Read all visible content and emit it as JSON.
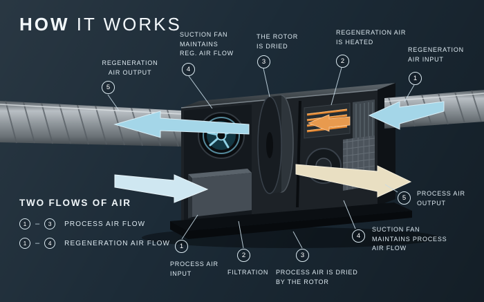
{
  "title": {
    "bold": "HOW",
    "rest": " IT WORKS"
  },
  "legend": {
    "title": "TWO FLOWS OF AIR",
    "rows": [
      {
        "from": "1",
        "dash": "–",
        "to": "3",
        "label": "PROCESS AIR FLOW"
      },
      {
        "from": "1",
        "dash": "–",
        "to": "4",
        "label": "REGENERATION AIR FLOW"
      }
    ]
  },
  "callouts": {
    "regeneration_air_output": {
      "num": "5",
      "label": "REGENERATION\nAIR OUTPUT"
    },
    "suction_fan_reg": {
      "num": "4",
      "label": "SUCTION FAN\nMAINTAINS\nREG. AIR FLOW"
    },
    "rotor_dried": {
      "num": "3",
      "label": "THE ROTOR\nIS DRIED"
    },
    "reg_air_heated": {
      "num": "2",
      "label": "REGENERATION AIR\nIS HEATED"
    },
    "reg_air_input": {
      "num": "1",
      "label": "REGENERATION\nAIR INPUT"
    },
    "process_air_input": {
      "num": "1",
      "label": "PROCESS AIR\nINPUT"
    },
    "filtration": {
      "num": "2",
      "label": "FILTRATION"
    },
    "process_air_dried": {
      "num": "3",
      "label": "PROCESS AIR IS DRIED\nBY THE ROTOR"
    },
    "suction_fan_process": {
      "num": "4",
      "label": "SUCTION FAN\nMAINTAINS PROCESS\nAIR FLOW"
    },
    "process_air_output": {
      "num": "5",
      "label": "PROCESS AIR\nOUTPUT"
    }
  },
  "colors": {
    "background": "#1c2b37",
    "text": "#e9f1f5",
    "flow_blue": "#a4d6e8",
    "process_cream": "#e9dfc2",
    "heater_orange": "#e0832e",
    "circle_outline": "#dcebf2"
  }
}
